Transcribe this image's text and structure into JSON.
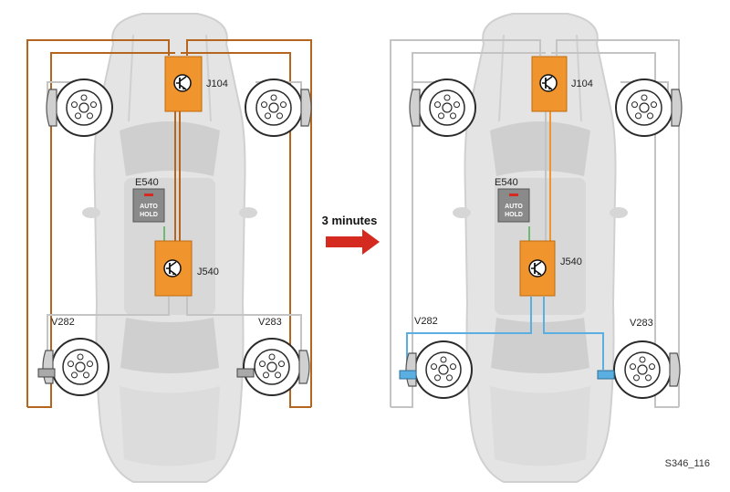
{
  "left_panel": {
    "controller_top": "J104",
    "controller_bottom": "J540",
    "button_label": "E540",
    "button_text_line1": "AUTO",
    "button_text_line2": "HOLD",
    "motor_left": "V282",
    "motor_right": "V283"
  },
  "right_panel": {
    "controller_top": "J104",
    "controller_bottom": "J540",
    "button_label": "E540",
    "button_text_line1": "AUTO",
    "button_text_line2": "HOLD",
    "motor_left": "V282",
    "motor_right": "V283"
  },
  "transition_label": "3 minutes",
  "figure_id": "S346_116",
  "colors": {
    "wire_active": "#b5651d",
    "wire_inactive": "#c4c4c4",
    "wire_blue": "#5aaee0",
    "controller": "#f0952e",
    "arrow": "#d42a1f",
    "button_led": "#d42a1f",
    "car_body": "#e2e2e2"
  }
}
